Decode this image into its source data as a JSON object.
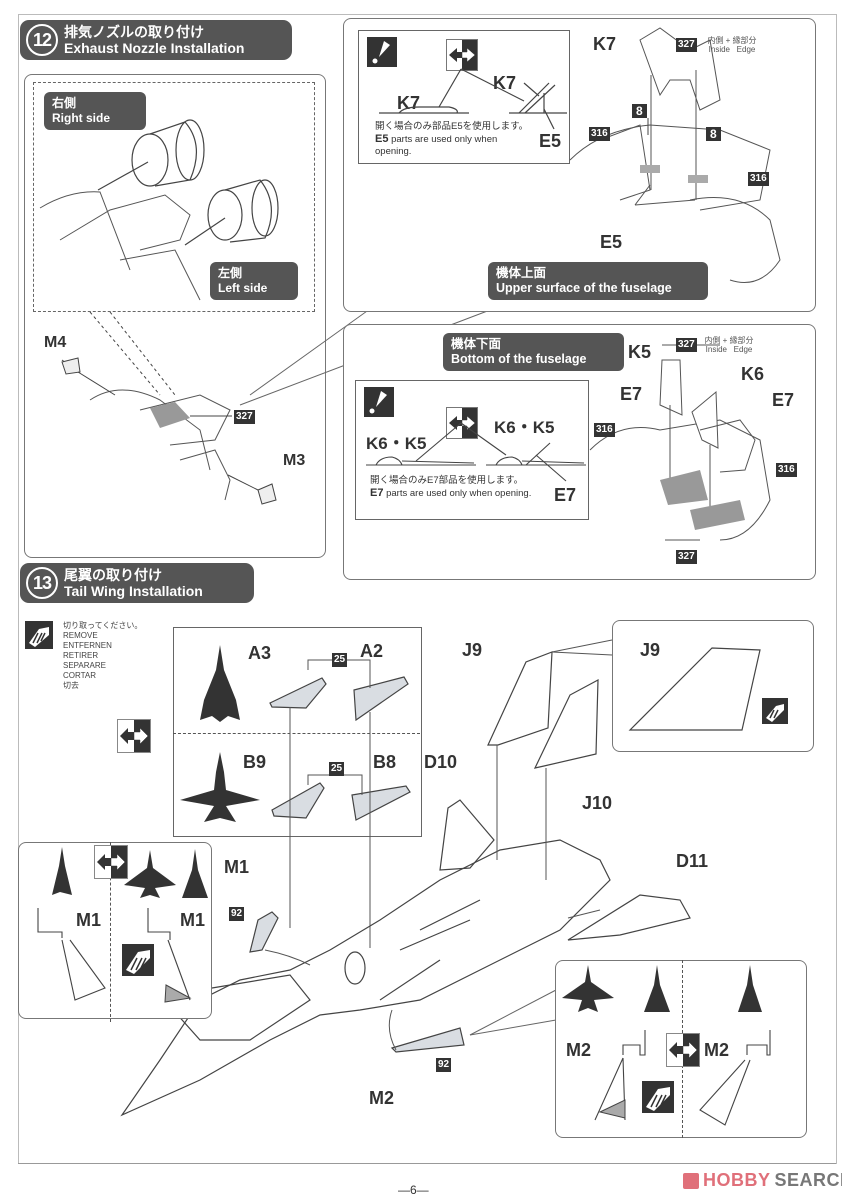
{
  "step12": {
    "number": "12",
    "title_jp": "排気ノズルの取り付け",
    "title_en": "Exhaust Nozzle Installation",
    "right_side_jp": "右側",
    "right_side_en": "Right side",
    "left_side_jp": "左側",
    "left_side_en": "Left side",
    "parts": {
      "m4": "M4",
      "m3": "M3"
    },
    "paint_327": "327",
    "upper_panel": {
      "label_jp": "機体上面",
      "label_en": "Upper surface of the fuselage",
      "note_jp": "開く場合のみ部品E5を使用します。",
      "note_en_part": "E5",
      "note_en_text": " parts are used only when opening.",
      "k7": "K7",
      "e5": "E5",
      "paint_327": "327",
      "inside_jp": "内側",
      "inside_en": "Inside",
      "edge_jp": "縁部分",
      "edge_en": "Edge",
      "plus": "+",
      "num_8": "8",
      "paint_316": "316"
    },
    "lower_panel": {
      "label_jp": "機体下面",
      "label_en": "Bottom of the fuselage",
      "note_jp": "開く場合のみE7部品を使用します。",
      "note_en_part": "E7",
      "note_en_text": " parts are used only when opening.",
      "k6k5": "K6・K5",
      "k5": "K5",
      "k6": "K6",
      "e7": "E7",
      "paint_327": "327",
      "paint_316": "316",
      "inside_jp": "内側",
      "inside_en": "Inside",
      "edge_jp": "縁部分",
      "edge_en": "Edge",
      "plus": "+"
    }
  },
  "step13": {
    "number": "13",
    "title_jp": "尾翼の取り付け",
    "title_en": "Tail Wing Installation",
    "remove_legend": [
      "切り取ってください。",
      "REMOVE",
      "ENTFERNEN",
      "RETIRER",
      "SEPARARE",
      "CORTAR",
      "切去"
    ],
    "parts": {
      "a3": "A3",
      "a2": "A2",
      "b9": "B9",
      "b8": "B8",
      "j9": "J9",
      "j10": "J10",
      "d10": "D10",
      "d11": "D11",
      "m1": "M1",
      "m2": "M2"
    },
    "paint_25": "25",
    "paint_92": "92"
  },
  "footer": {
    "page_number": "—6—",
    "watermark_brand": "HOBBY",
    "watermark_search": "SEARCH"
  },
  "colors": {
    "header_bg": "#555555",
    "part_fill": "#d9dde2",
    "dark": "#333333",
    "watermark_red": "#e0707a",
    "watermark_gray": "#777777"
  }
}
